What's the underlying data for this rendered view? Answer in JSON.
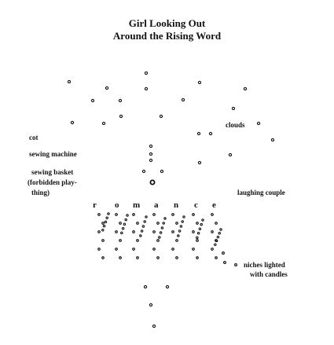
{
  "title": {
    "line1": "Girl Looking Out",
    "line2": "Around the Rising Word"
  },
  "labels": {
    "cot": "cot",
    "sewing_machine": "sewing machine",
    "sewing_basket_1": "sewing basket",
    "sewing_basket_2": "(forbidden play-",
    "sewing_basket_3": "thing)",
    "clouds": "clouds",
    "laughing_couple": "laughing couple",
    "niches_1": "niches lighted",
    "niches_2": "with candles"
  },
  "word": [
    "r",
    "o",
    "m",
    "a",
    "n",
    "c",
    "e"
  ]
}
